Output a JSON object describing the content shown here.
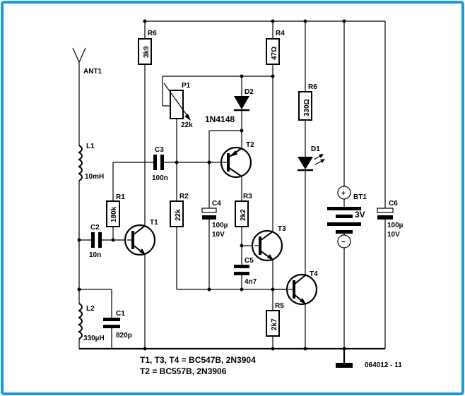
{
  "frame_color": "#1a9ad6",
  "labels": {
    "ant1": "ANT1",
    "l1": "L1",
    "l1_val": "10mH",
    "l2": "L2",
    "l2_val": "330µH",
    "c1": "C1",
    "c1_val": "820p",
    "c2": "C2",
    "c2_val": "10n",
    "c3": "C3",
    "c3_val": "100n",
    "c4": "C4",
    "c4_val1": "100µ",
    "c4_val2": "10V",
    "c5": "C5",
    "c5_val": "4n7",
    "c6": "C6",
    "c6_val1": "100µ",
    "c6_val2": "10V",
    "r1": "R1",
    "r1_val": "180k",
    "r2": "R2",
    "r2_val": "22k",
    "r3": "R3",
    "r3_val": "2k2",
    "r4": "R4",
    "r4_val": "47Ω",
    "r5": "R5",
    "r5_val": "2k7",
    "r6a": "R6",
    "r6a_val": "3k9",
    "r6b": "R6",
    "r6b_val": "330Ω",
    "p1": "P1",
    "p1_val": "22k",
    "d1": "D1",
    "d2": "D2",
    "d2_val": "1N4148",
    "t1": "T1",
    "t2": "T2",
    "t3": "T3",
    "t4": "T4",
    "bt1": "BT1",
    "bt1_val": "3V",
    "plus": "+",
    "minus": "−"
  },
  "notes": {
    "line1": "T1, T3, T4 = BC547B, 2N3904",
    "line2": "T2 = BC557B, 2N3906",
    "code": "064012 - 11"
  }
}
